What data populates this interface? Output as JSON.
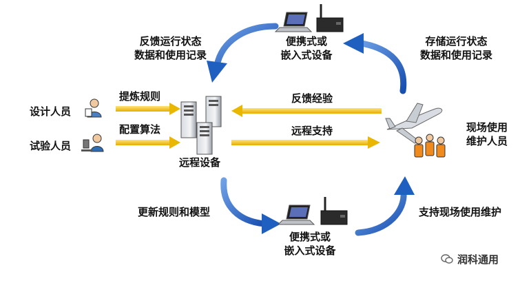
{
  "nodes": {
    "designer": "设计人员",
    "tester": "试验人员",
    "remote_device": "远程设备",
    "field_staff_line1": "现场使用",
    "field_staff_line2": "维护人员",
    "top_device_line1": "便携式或",
    "top_device_line2": "嵌入式设备",
    "bottom_device_line1": "便携式或",
    "bottom_device_line2": "嵌入式设备"
  },
  "flows": {
    "refine_rules": "提炼规则",
    "config_algorithm": "配置算法",
    "feedback_experience": "反馈经验",
    "remote_support": "远程支持",
    "feedback_status_line1": "反馈运行状态",
    "feedback_status_line2": "数据和使用记录",
    "store_status_line1": "存储运行状态",
    "store_status_line2": "数据和使用记录",
    "update_rules": "更新规则和模型",
    "support_field": "支持现场使用维护"
  },
  "watermark": "润科通用",
  "colors": {
    "cycle_arrow": "#1f5fbf",
    "flow_arrow": "#f2c21a",
    "text": "#111111"
  }
}
